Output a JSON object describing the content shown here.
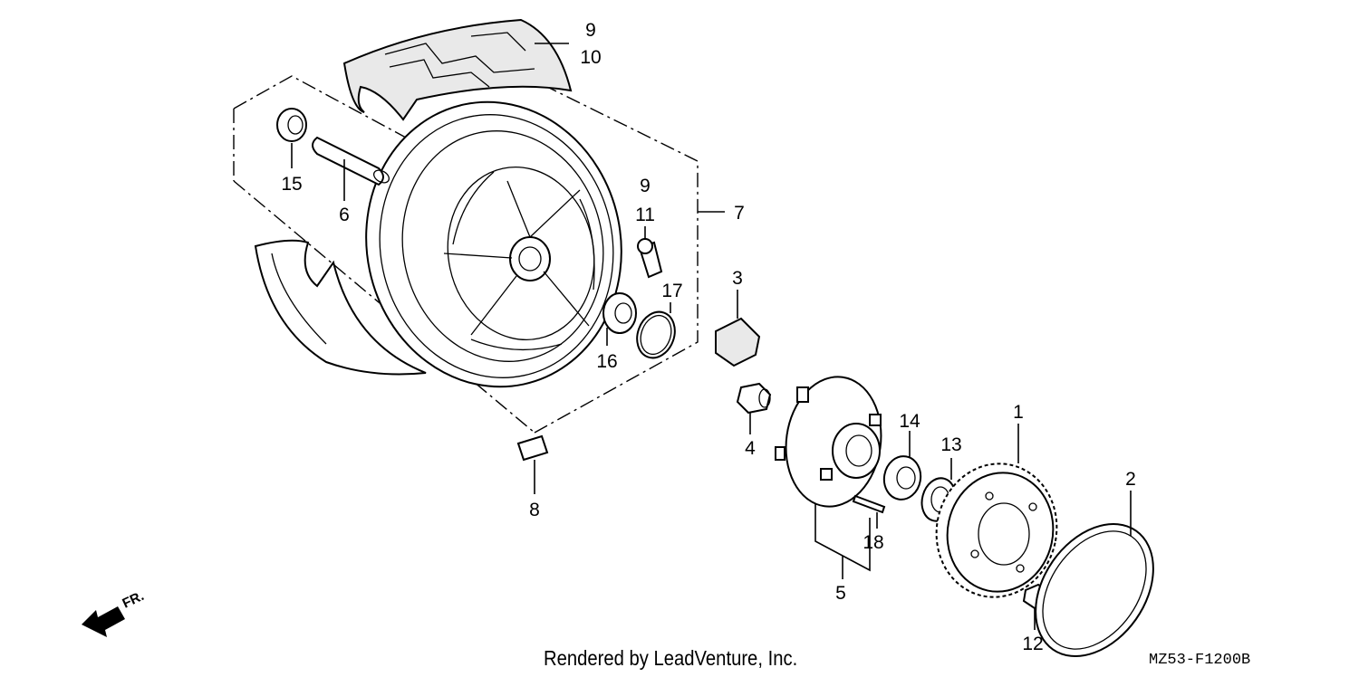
{
  "diagram": {
    "callouts": [
      {
        "id": "1",
        "label": "1"
      },
      {
        "id": "2",
        "label": "2"
      },
      {
        "id": "3",
        "label": "3"
      },
      {
        "id": "4",
        "label": "4"
      },
      {
        "id": "5",
        "label": "5"
      },
      {
        "id": "6",
        "label": "6"
      },
      {
        "id": "7",
        "label": "7"
      },
      {
        "id": "8",
        "label": "8"
      },
      {
        "id": "9a",
        "label": "9"
      },
      {
        "id": "10",
        "label": "10"
      },
      {
        "id": "9b",
        "label": "9"
      },
      {
        "id": "11",
        "label": "11"
      },
      {
        "id": "12",
        "label": "12"
      },
      {
        "id": "13",
        "label": "13"
      },
      {
        "id": "14",
        "label": "14"
      },
      {
        "id": "15",
        "label": "15"
      },
      {
        "id": "16",
        "label": "16"
      },
      {
        "id": "17",
        "label": "17"
      },
      {
        "id": "18",
        "label": "18"
      }
    ],
    "direction_label": "FR.",
    "credit": "Rendered by LeadVenture, Inc.",
    "diagram_code": "MZ53-F1200B"
  }
}
